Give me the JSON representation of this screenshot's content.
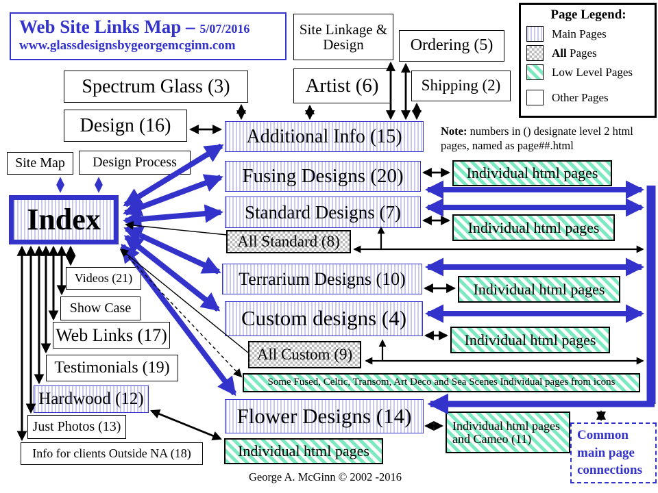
{
  "header": {
    "title": "Web Site Links Map – ",
    "date": "5/07/2016",
    "url": "www.glassdesignsbygeorgemcginn.com"
  },
  "legend": {
    "title": "Page Legend:",
    "items": [
      {
        "prefix": "",
        "label": "Main Pages"
      },
      {
        "prefix": "All",
        "label": " Pages"
      },
      {
        "prefix": "",
        "label": "Low Level Pages"
      },
      {
        "prefix": "",
        "label": "Other  Pages"
      }
    ]
  },
  "note": {
    "label": "Note:",
    "text": " numbers in () designate level 2 html pages, named as  page##.html"
  },
  "boxes": {
    "site_linkage": "Site Linkage & Design",
    "ordering": "Ordering (5)",
    "shipping": "Shipping (2)",
    "spectrum": "Spectrum Glass (3)",
    "artist": "Artist (6)",
    "design": "Design  (16)",
    "additional": "Additional Info (15)",
    "fusing": "Fusing Designs (20)",
    "standard": "Standard Designs (7)",
    "all_standard": "All Standard (8)",
    "site_map": "Site Map",
    "design_process": "Design Process",
    "index": "Index",
    "terrarium": "Terrarium Designs (10)",
    "custom": "Custom designs (4)",
    "all_custom": "All Custom (9)",
    "some_fused": "Some Fused, Celtic, Transom, Art Deco and Sea Scenes Individual pages from icons",
    "videos": "Videos (21)",
    "show_case": "Show Case",
    "web_links": "Web Links (17)",
    "testimonials": "Testimonials (19)",
    "hardwood": "Hardwood (12)",
    "just_photos": "Just Photos (13)",
    "info_clients": "Info for clients Outside NA (18)",
    "flower": "Flower Designs (14)",
    "individual_pages": "Individual html pages",
    "cameo": "Individual html pages and Cameo (11)",
    "common": "Common main page connections"
  },
  "copyright": "George A. McGinn  © 2002 -2016",
  "colors": {
    "accent_blue": "#3333cc",
    "main_stripe": "#c9c9ef",
    "low_level_green": "#7de9c0",
    "all_checker_gray": "#b9b9b9"
  }
}
